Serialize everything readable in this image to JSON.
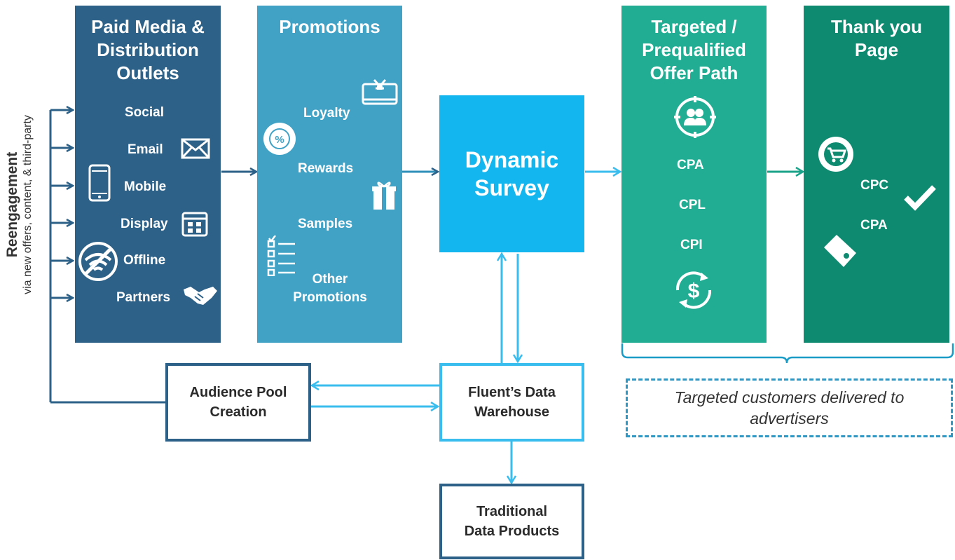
{
  "reengagement": {
    "title": "Reengagement",
    "subtitle": "via new offers, content, & third-party"
  },
  "paid_media": {
    "title": "Paid Media &\nDistribution\nOutlets",
    "items": [
      "Social",
      "Email",
      "Mobile",
      "Display",
      "Offline",
      "Partners"
    ]
  },
  "promotions": {
    "title": "Promotions",
    "items": [
      "Loyalty",
      "Rewards",
      "Samples",
      "Other\nPromotions"
    ]
  },
  "dynamic_survey": {
    "label": "Dynamic\nSurvey"
  },
  "targeted": {
    "title": "Targeted /\nPrequalified\nOffer Path",
    "items": [
      "CPA",
      "CPL",
      "CPI"
    ]
  },
  "thank_you": {
    "title": "Thank you\nPage",
    "items": [
      "CPC",
      "CPA"
    ]
  },
  "audience_pool": {
    "label": "Audience Pool\nCreation"
  },
  "data_warehouse": {
    "label": "Fluent’s Data\nWarehouse"
  },
  "traditional": {
    "label": "Traditional\nData Products"
  },
  "delivered": {
    "label": "Targeted customers delivered to\nadvertisers"
  },
  "colors": {
    "paid_media": "#2e6187",
    "promotions": "#41a2c6",
    "dynamic_survey": "#14b6ef",
    "targeted": "#21ad93",
    "thank_you": "#0e8a70",
    "arrow_dark": "#2e6187",
    "arrow_light": "#38bdee",
    "arrow_green": "#1aa389"
  }
}
